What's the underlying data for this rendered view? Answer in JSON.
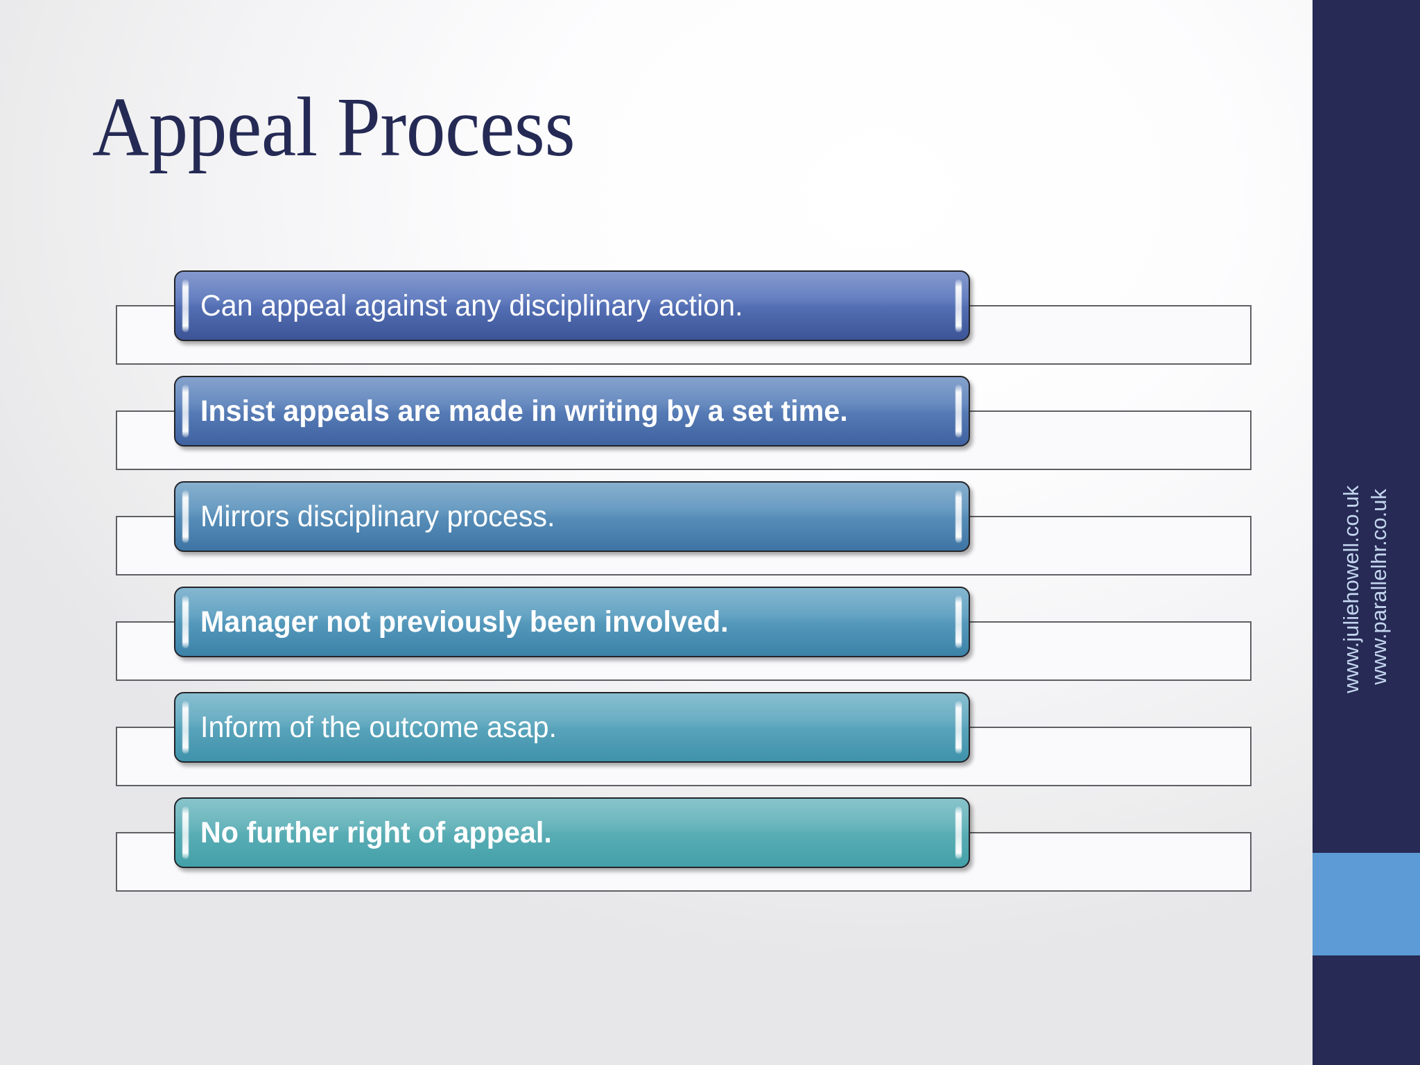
{
  "slide": {
    "title": "Appeal Process",
    "title_color": "#252a55",
    "background_color": "#f7f7f9"
  },
  "process": {
    "steps": [
      {
        "label": "Can appeal against any disciplinary action.",
        "bold": false,
        "fill_top": "#5a76bc",
        "fill_bottom": "#3c5496"
      },
      {
        "label": "Insist appeals are made in writing by a set time.",
        "bold": true,
        "fill_top": "#5c82bb",
        "fill_bottom": "#3f62a0"
      },
      {
        "label": "Mirrors disciplinary process.",
        "bold": false,
        "fill_top": "#5e94bd",
        "fill_bottom": "#3d74a4"
      },
      {
        "label": "Manager not previously been involved.",
        "bold": true,
        "fill_top": "#5b9ec0",
        "fill_bottom": "#3c82a8"
      },
      {
        "label": "Inform of the outcome asap.",
        "bold": false,
        "fill_top": "#5fa8bf",
        "fill_bottom": "#3f92ab"
      },
      {
        "label": "No further right of appeal.",
        "bold": true,
        "fill_top": "#5fb0b8",
        "fill_bottom": "#43a0a8"
      }
    ]
  },
  "sidebar": {
    "background_color": "#262a54",
    "accent_color": "#5c9bd5",
    "link_color": "#c4d6ef",
    "links": [
      "www.juliehowell.co.uk",
      "www.parallelhr.co.uk"
    ]
  }
}
